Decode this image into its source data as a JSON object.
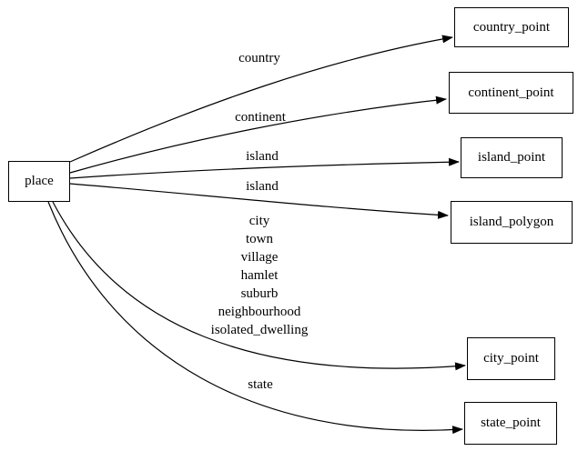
{
  "diagram": {
    "type": "directed-graph",
    "background_color": "#ffffff",
    "node_border_color": "#000000",
    "edge_color": "#000000",
    "text_color": "#000000",
    "nodes": [
      {
        "id": "place",
        "label": "place"
      },
      {
        "id": "country_point",
        "label": "country_point"
      },
      {
        "id": "continent_point",
        "label": "continent_point"
      },
      {
        "id": "island_point",
        "label": "island_point"
      },
      {
        "id": "island_polygon",
        "label": "island_polygon"
      },
      {
        "id": "city_point",
        "label": "city_point"
      },
      {
        "id": "state_point",
        "label": "state_point"
      }
    ],
    "edges": [
      {
        "from": "place",
        "to": "country_point",
        "label": "country"
      },
      {
        "from": "place",
        "to": "continent_point",
        "label": "continent"
      },
      {
        "from": "place",
        "to": "island_point",
        "label": "island"
      },
      {
        "from": "place",
        "to": "island_polygon",
        "label": "island"
      },
      {
        "from": "place",
        "to": "city_point",
        "label": "city\ntown\nvillage\nhamlet\nsuburb\nneighbourhood\nisolated_dwelling"
      },
      {
        "from": "place",
        "to": "state_point",
        "label": "state"
      }
    ]
  }
}
